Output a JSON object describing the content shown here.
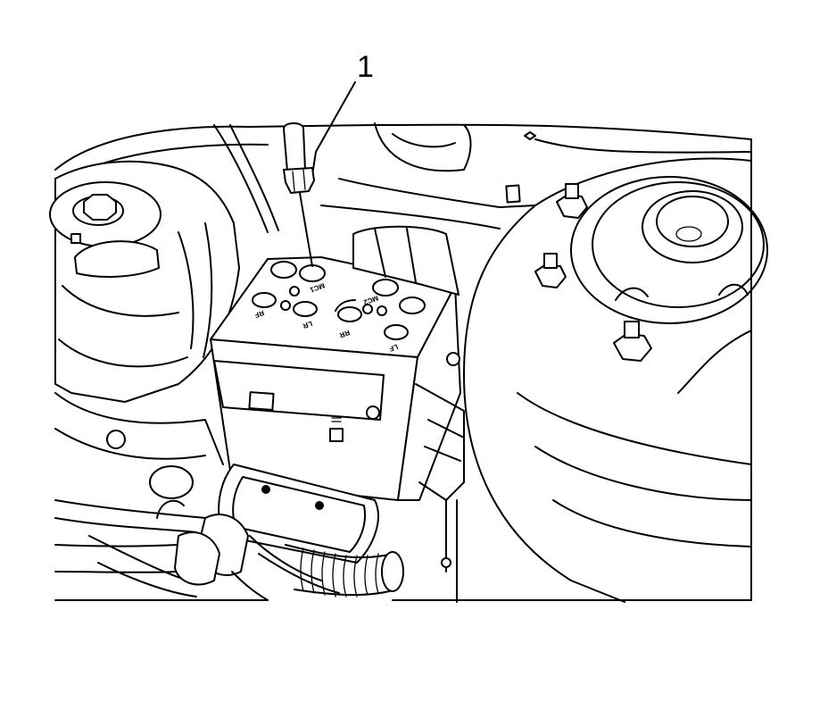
{
  "callout": {
    "number": "1"
  },
  "port_labels": {
    "rf": "RF",
    "lr": "LR",
    "rr": "RR",
    "lf": "LF",
    "mc1": "MC1",
    "mc2": "MC2"
  }
}
